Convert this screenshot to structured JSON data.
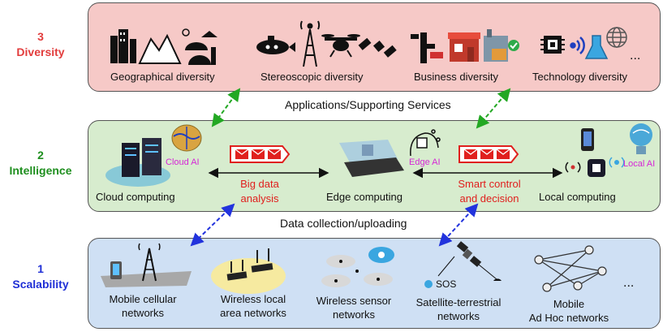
{
  "layers": {
    "diversity": {
      "number": "3",
      "name": "Diversity",
      "color": "#e23c3c",
      "bg": "#f6c9c7",
      "items": [
        "Geographical  diversity",
        "Stereoscopic diversity",
        "Business diversity",
        "Technology diversity"
      ],
      "more": "..."
    },
    "intelligence": {
      "number": "2",
      "name": "Intelligence",
      "color": "#1f8f1f",
      "bg": "#d7ecce",
      "cloud_ai": "Cloud AI",
      "edge_ai": "Edge AI",
      "local_ai": "Local AI",
      "cloud": "Cloud computing",
      "edge": "Edge computing",
      "local": "Local computing",
      "big_data": [
        "Big data",
        "analysis"
      ],
      "smart": [
        "Smart control",
        "and decision"
      ]
    },
    "scalability": {
      "number": "1",
      "name": "Scalability",
      "color": "#1f2fd6",
      "bg": "#cfe0f4",
      "items": [
        [
          "Mobile cellular",
          "networks"
        ],
        [
          "Wireless local",
          "area networks"
        ],
        [
          "Wireless sensor",
          "networks"
        ],
        [
          "Satellite-terrestrial",
          "networks"
        ],
        [
          "Mobile",
          "Ad Hoc networks"
        ]
      ],
      "sos": "SOS",
      "more": "..."
    }
  },
  "connectors": {
    "top": "Applications/Supporting Services",
    "bottom": "Data collection/uploading"
  }
}
